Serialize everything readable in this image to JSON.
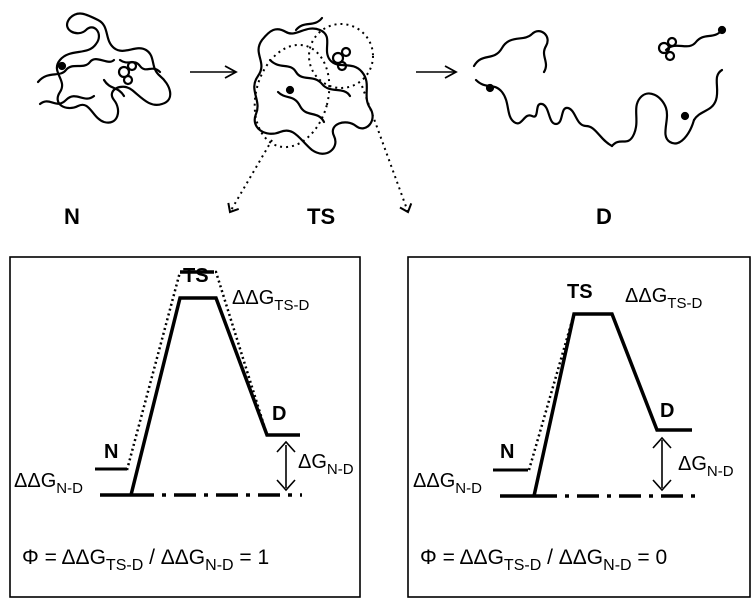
{
  "states": {
    "native": "N",
    "transition": "TS",
    "denatured": "D"
  },
  "panel_left": {
    "ts_label": "TS",
    "ddg_tsd_main": "ΔΔG",
    "ddg_tsd_sub": "TS-D",
    "d_label": "D",
    "n_label": "N",
    "dg_nd_main": "ΔG",
    "dg_nd_sub": "N-D",
    "ddg_nd_main": "ΔΔG",
    "ddg_nd_sub": "N-D",
    "formula": {
      "phi": "Φ = ΔΔG",
      "sub1": "TS-D",
      "mid": " / ΔΔG",
      "sub2": "N-D",
      "end": " = 1"
    }
  },
  "panel_right": {
    "ts_label": "TS",
    "ddg_tsd_main": "ΔΔG",
    "ddg_tsd_sub": "TS-D",
    "d_label": "D",
    "n_label": "N",
    "dg_nd_main": "ΔG",
    "dg_nd_sub": "N-D",
    "ddg_nd_main": "ΔΔG",
    "ddg_nd_sub": "N-D",
    "formula": {
      "phi": "Φ = ΔΔG",
      "sub1": "TS-D",
      "mid": " / ΔΔG",
      "sub2": "N-D",
      "end": " = 0"
    }
  }
}
